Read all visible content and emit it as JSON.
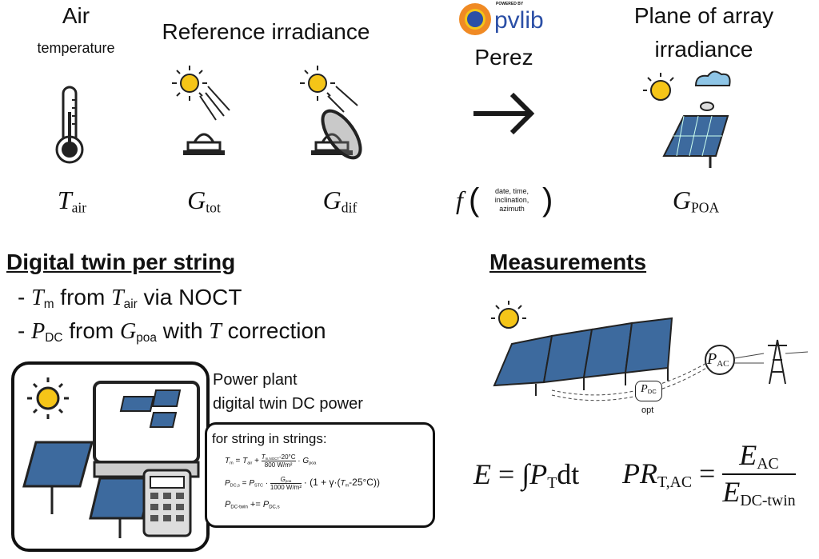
{
  "inputs": {
    "air": {
      "title": "Air",
      "subtitle": "temperature",
      "symbol": "T",
      "sub": "air"
    },
    "reference": {
      "title": "Reference irradiance"
    },
    "gtot": {
      "symbol": "G",
      "sub": "tot"
    },
    "gdif": {
      "symbol": "G",
      "sub": "dif"
    },
    "perez": {
      "logo_small": "POWERED BY",
      "logo": "pvlib",
      "title": "Perez",
      "func": "f",
      "args": [
        "date, time,",
        "inclination,",
        "azimuth"
      ]
    },
    "poa": {
      "title_line1": "Plane of array",
      "title_line2": "irradiance",
      "symbol": "G",
      "sub": "POA"
    }
  },
  "twin": {
    "heading": "Digital twin per string",
    "bullet1": {
      "dash": "-",
      "sym1": "T",
      "sub1": "m",
      "text1": "from",
      "sym2": "T",
      "sub2": "air",
      "text2": "via NOCT"
    },
    "bullet2": {
      "dash": "-",
      "sym1": "P",
      "sub1": "DC",
      "text1": "from",
      "sym2": "G",
      "sub2": "poa",
      "text2": "with",
      "sym3": "T",
      "text3": "correction"
    },
    "caption_line1": "Power plant",
    "caption_line2": "digital twin DC power",
    "code_header": "for string in strings:",
    "eq1": {
      "lhs": "T",
      "lhs_sub": "m",
      "a": "T",
      "a_sub": "air",
      "num": "T",
      "num_sub": "m,NOCT",
      "num_rest": "-20°C",
      "den": "800 W/m²",
      "b": "G",
      "b_sub": "poa"
    },
    "eq2": {
      "lhs": "P",
      "lhs_sub": "DC,s",
      "a": "P",
      "a_sub": "STC",
      "num": "G",
      "num_sub": "poa",
      "den": "1000 W/m²",
      "rest": "· (1 + γ·(",
      "t": "T",
      "t_sub": "m",
      "tail": "-25°C))"
    },
    "eq3": {
      "lhs": "P",
      "lhs_sub": "DC-twin",
      "op": "+=",
      "rhs": "P",
      "rhs_sub": "DC,s"
    }
  },
  "measurements": {
    "heading": "Measurements",
    "pac": {
      "sym": "P",
      "sub": "AC"
    },
    "pdc": {
      "sym": "P",
      "sub": "DC",
      "note": "opt"
    },
    "energy": {
      "E": "E",
      "eq": "=",
      "int": "∫",
      "P": "P",
      "P_sub": "T",
      "dt": "dt"
    },
    "pr": {
      "PR": "PR",
      "PR_sub": "T,AC",
      "eq": "=",
      "num": "E",
      "num_sub": "AC",
      "den": "E",
      "den_sub": "DC-twin"
    }
  },
  "colors": {
    "sun": "#f5c518",
    "panel": "#3d6a9e",
    "pvlib_blue": "#2b4fa6",
    "pvlib_orange": "#f08a24"
  }
}
